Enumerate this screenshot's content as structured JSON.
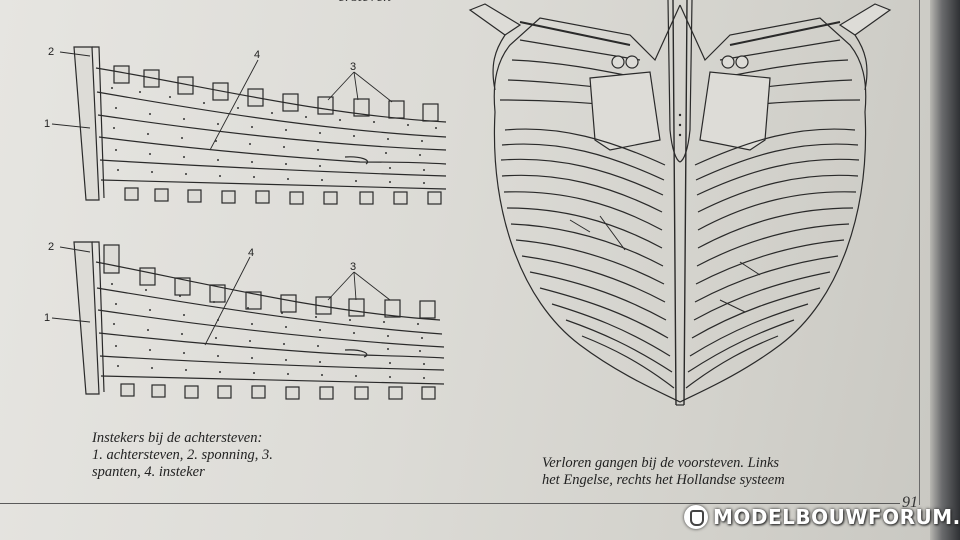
{
  "page": {
    "top_fragment": "ersteven",
    "page_number": "91"
  },
  "figure_left": {
    "callouts": [
      "1",
      "2",
      "3",
      "4"
    ],
    "caption_lines": [
      "Instekers bij de achtersteven:",
      "1. achtersteven, 2. sponning, 3.",
      "spanten, 4. insteker"
    ]
  },
  "figure_right": {
    "caption_lines": [
      "Verloren gangen bij de voorsteven. Links",
      "het Engelse, rechts het Hollandse systeem"
    ]
  },
  "watermark": {
    "text": "MODELBOUWFORUM.NL"
  },
  "colors": {
    "paper": "#dddcd7",
    "ink": "#2a2a2a",
    "background": "#3f4145"
  }
}
